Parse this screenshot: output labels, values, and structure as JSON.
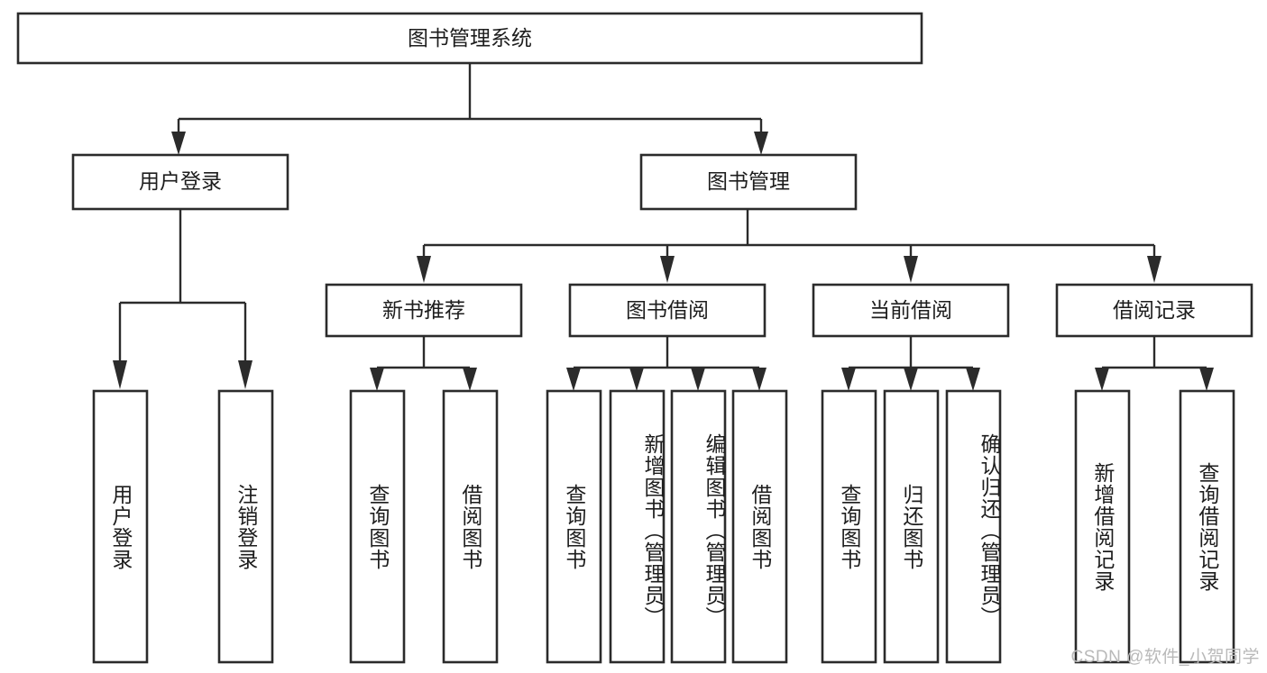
{
  "diagram": {
    "type": "tree-hierarchy",
    "title": "图书管理系统",
    "watermark": "CSDN @软件_小贺同学",
    "colors": {
      "stroke": "#2b2b2b",
      "fill": "#ffffff",
      "text": "#1d1d1d",
      "background": "#ffffff",
      "watermark": "#b9b9b9"
    },
    "levels": {
      "root": {
        "label": "图书管理系统"
      },
      "level2": [
        {
          "label": "用户登录"
        },
        {
          "label": "图书管理"
        }
      ],
      "level3": [
        {
          "label": "新书推荐"
        },
        {
          "label": "图书借阅"
        },
        {
          "label": "当前借阅"
        },
        {
          "label": "借阅记录"
        }
      ],
      "leaves": {
        "user_login": [
          {
            "label": "用户登录"
          },
          {
            "label": "注销登录"
          }
        ],
        "new_book_recommend": [
          {
            "label": "查询图书"
          },
          {
            "label": "借阅图书"
          }
        ],
        "book_borrow": [
          {
            "label": "查询图书"
          },
          {
            "label": "新增图书（管理员）"
          },
          {
            "label": "编辑图书（管理员）"
          },
          {
            "label": "借阅图书"
          }
        ],
        "current_borrow": [
          {
            "label": "查询图书"
          },
          {
            "label": "归还图书"
          },
          {
            "label": "确认归还（管理员）"
          }
        ],
        "borrow_record": [
          {
            "label": "新增借阅记录"
          },
          {
            "label": "查询借阅记录"
          }
        ]
      }
    }
  }
}
